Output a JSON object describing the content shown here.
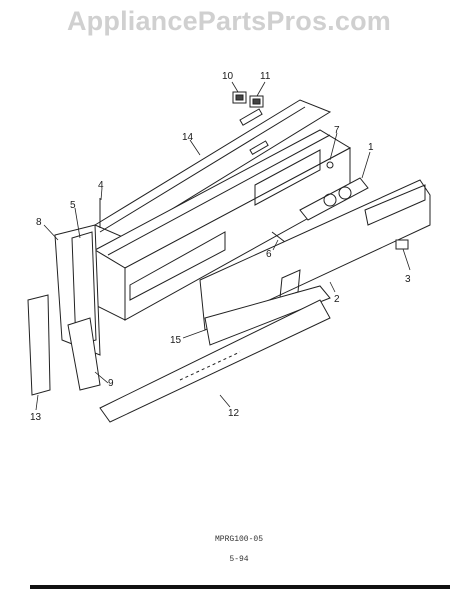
{
  "watermark": "AppliancePartsPros.com",
  "part_numbers": [
    "1",
    "2",
    "3",
    "4",
    "5",
    "6",
    "7",
    "8",
    "9",
    "10",
    "11",
    "12",
    "13",
    "14",
    "15"
  ],
  "footer": {
    "code": "MPRG100-05",
    "page": "5-94"
  }
}
